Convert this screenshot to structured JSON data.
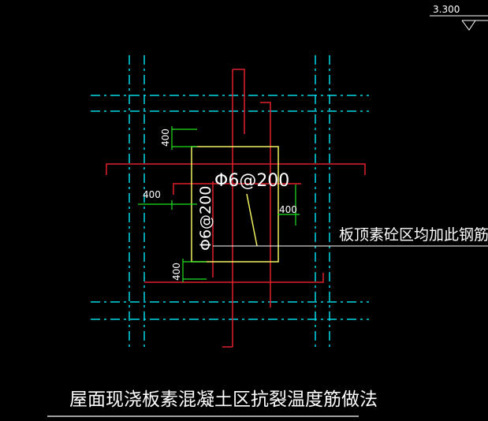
{
  "drawing": {
    "elevation_label": "3.300",
    "rebar_spec_horizontal": "Φ6@200",
    "rebar_spec_vertical": "Φ6@200",
    "dimension_left": "400",
    "dimension_top": "400",
    "dimension_bottom": "400",
    "dimension_right": "400",
    "leader_note": "板顶素砼区均加此钢筋",
    "title": "屋面现浇板素混凝土区抗裂温度筋做法"
  },
  "colors": {
    "background": "#000000",
    "grid_axis": "#00d8e8",
    "rebar": "#e0202a",
    "slab_outline": "#f0f060",
    "dimension": "#20e020",
    "text": "#ffffff"
  }
}
